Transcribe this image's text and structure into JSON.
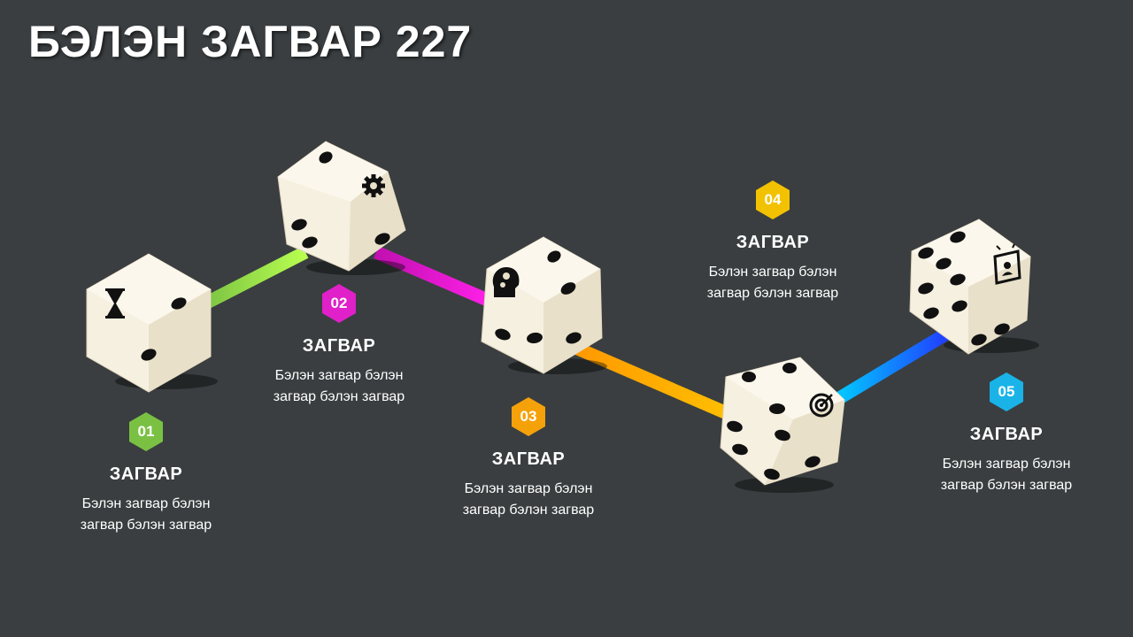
{
  "title": "БЭЛЭН ЗАГВАР 227",
  "steps": [
    {
      "number": "01",
      "heading": "ЗАГВАР",
      "line1": "Бэлэн загвар бэлэн",
      "line2": "загвар бэлэн загвар",
      "color": "#7ac143",
      "icon": "hourglass-icon"
    },
    {
      "number": "02",
      "heading": "ЗАГВАР",
      "line1": "Бэлэн загвар бэлэн",
      "line2": "загвар бэлэн загвар",
      "color": "#e020c8",
      "icon": "gear-icon"
    },
    {
      "number": "03",
      "heading": "ЗАГВАР",
      "line1": "Бэлэн загвар бэлэн",
      "line2": "загвар бэлэн загвар",
      "color": "#f5a10a",
      "icon": "head-gears-icon"
    },
    {
      "number": "04",
      "heading": "ЗАГВАР",
      "line1": "Бэлэн загвар бэлэн",
      "line2": "загвар бэлэн загвар",
      "color": "#f2c200",
      "icon": "target-icon"
    },
    {
      "number": "05",
      "heading": "ЗАГВАР",
      "line1": "Бэлэн загвар бэлэн",
      "line2": "загвар бэлэн загвар",
      "color": "#1ab3e8",
      "icon": "presentation-icon"
    }
  ],
  "connector_colors": [
    "#8cff3c",
    "#f000d8",
    "#ffa800",
    "#2e6bff"
  ],
  "die_colors": {
    "face": "#f6f0e1",
    "shade": "#e6dcc6",
    "dark": "#d6caae",
    "pip": "#111111"
  }
}
